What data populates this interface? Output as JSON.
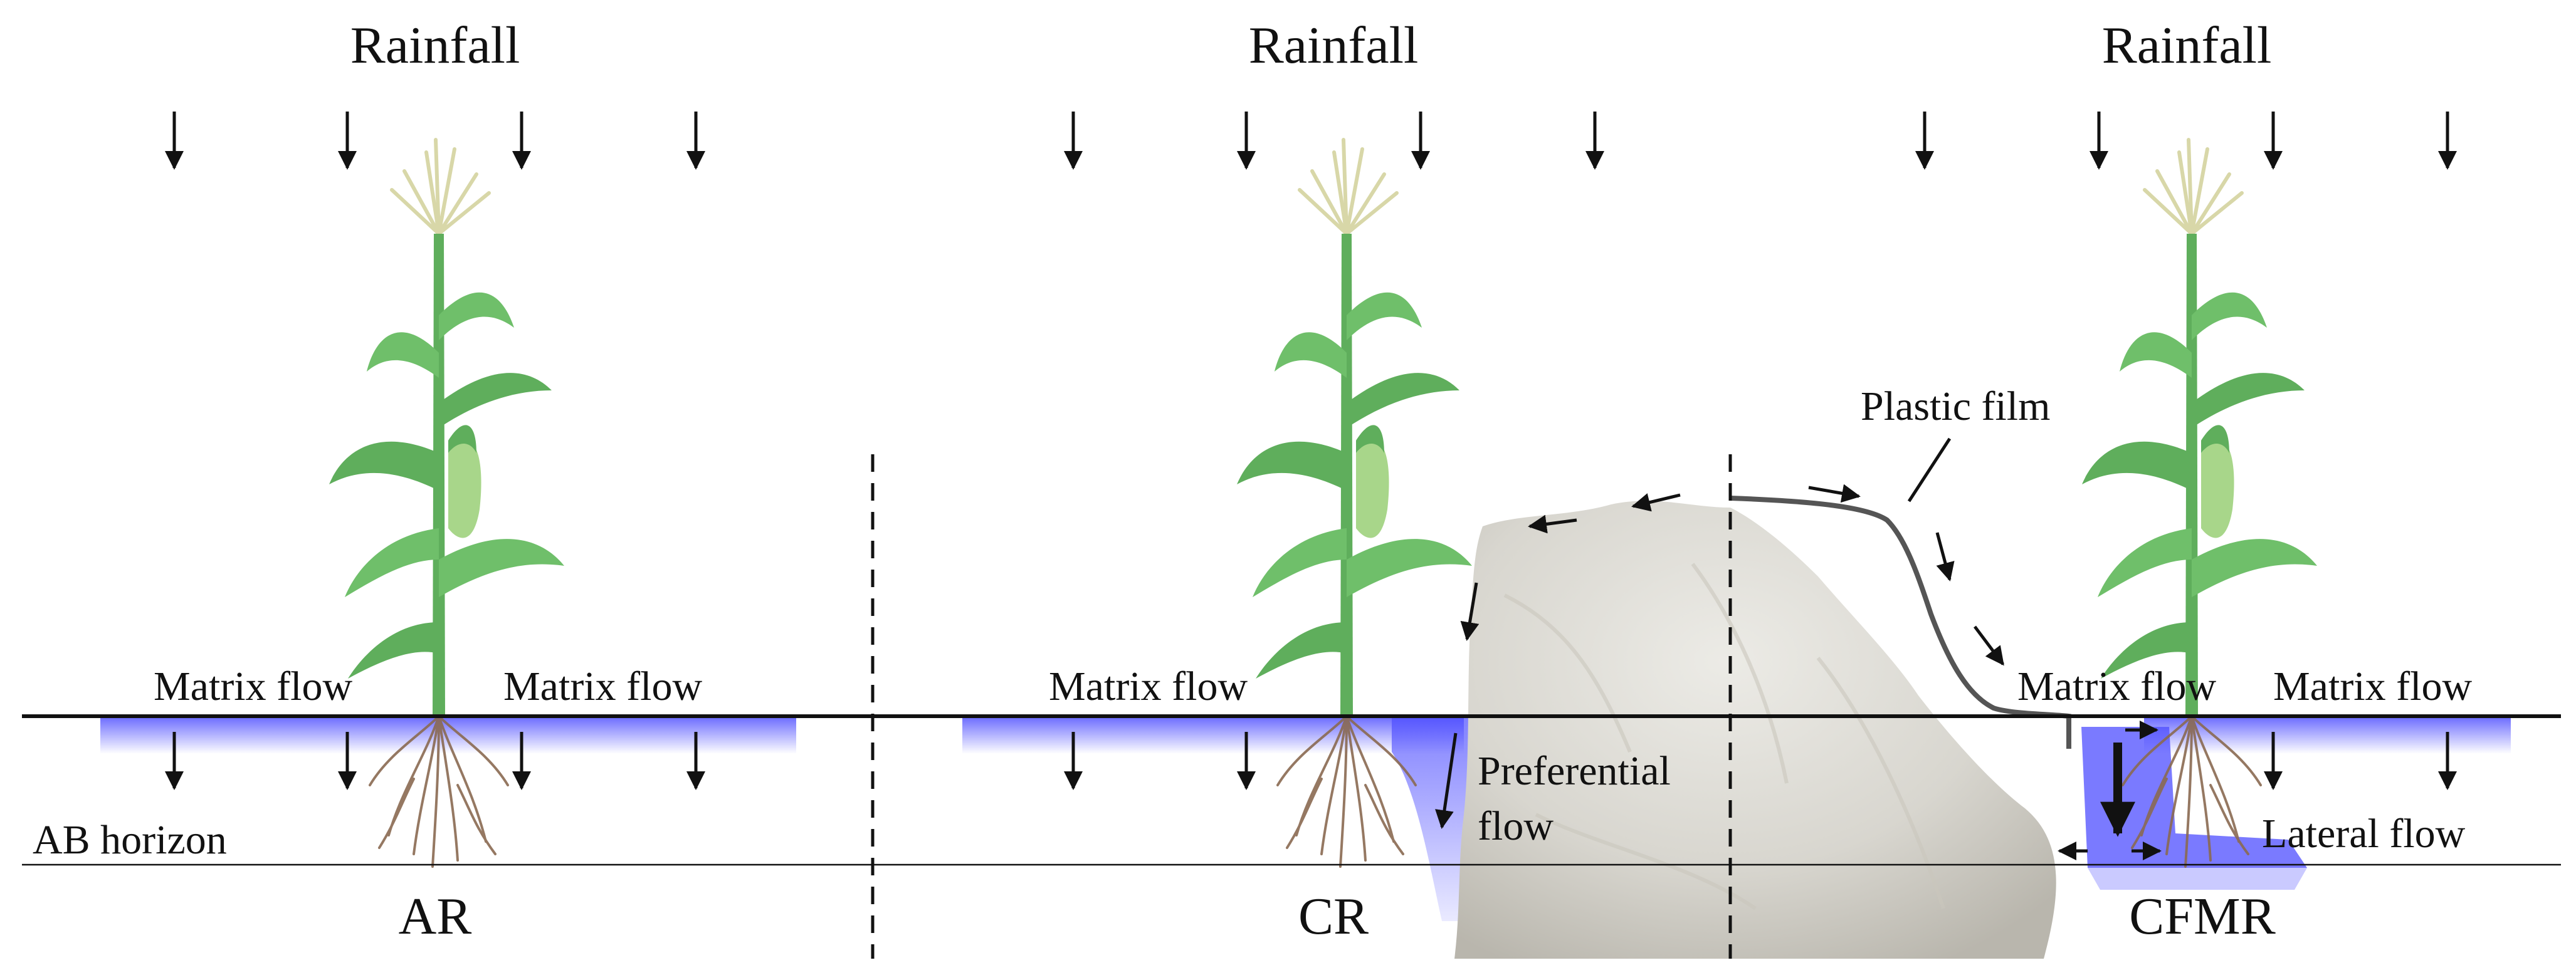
{
  "rainfall_labels": [
    "Rainfall",
    "Rainfall",
    "Rainfall"
  ],
  "panel_labels": [
    "AR",
    "CR",
    "CFMR"
  ],
  "flow_labels": {
    "ar_left": "Matrix flow",
    "ar_right": "Matrix flow",
    "cr_left": "Matrix flow",
    "preferential_line1": "Preferential",
    "preferential_line2": "flow",
    "cfmr_left": "Matrix flow",
    "cfmr_right": "Matrix flow",
    "lateral": "Lateral flow",
    "plastic_film": "Plastic film",
    "horizon": "AB horizon"
  },
  "colors": {
    "water": "#5b5bff",
    "line": "#111111",
    "film": "#555555",
    "rock": "#dcdad3",
    "rock_shade": "#c2bfb6",
    "leaf": "#6fbf6a",
    "leaf_dark": "#4f9e55",
    "root": "#7a5a44"
  },
  "icons": [
    "rain-arrow-icon",
    "maize-plant-icon",
    "rock-icon",
    "flow-arrow-icon"
  ]
}
